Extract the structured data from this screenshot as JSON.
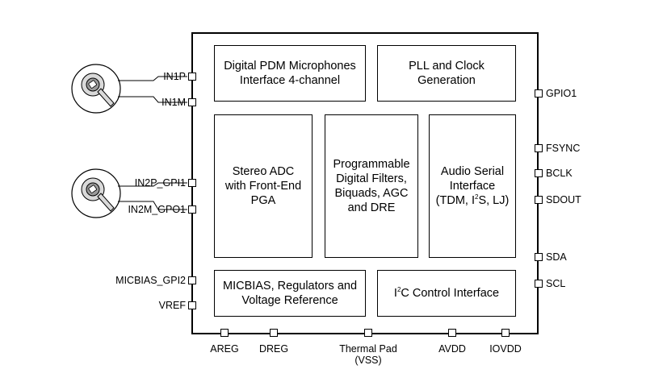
{
  "blocks": {
    "pdm": [
      "Digital PDM Microphones",
      "Interface 4-channel"
    ],
    "pll": [
      "PLL and Clock",
      "Generation"
    ],
    "adc": [
      "Stereo ADC",
      "with Front-End",
      "PGA"
    ],
    "filters": [
      "Programmable",
      "Digital Filters,",
      "Biquads, AGC",
      "and DRE"
    ],
    "asi": {
      "line1": "Audio Serial",
      "line2": "Interface",
      "line3_pre": "(TDM, I",
      "line3_sup": "2",
      "line3_post": "S, LJ)"
    },
    "micbias": [
      "MICBIAS, Regulators and",
      "Voltage Reference"
    ],
    "i2c": {
      "pre": "I",
      "sup": "2",
      "post": "C Control Interface"
    }
  },
  "pins": {
    "left": [
      "IN1P",
      "IN1M",
      "IN2P_GPI1",
      "IN2M_GPO1",
      "MICBIAS_GPI2",
      "VREF"
    ],
    "right": [
      "GPIO1",
      "FSYNC",
      "BCLK",
      "SDOUT",
      "SDA",
      "SCL"
    ],
    "bottom": [
      "AREG",
      "DREG",
      "Thermal Pad",
      "(VSS)",
      "AVDD",
      "IOVDD"
    ]
  },
  "icons": [
    "microphone-icon",
    "microphone-icon"
  ],
  "colors": {
    "line": "#000000",
    "mic_fill": "#d9d9d9",
    "mic_capsule": "#9a9a9a"
  }
}
